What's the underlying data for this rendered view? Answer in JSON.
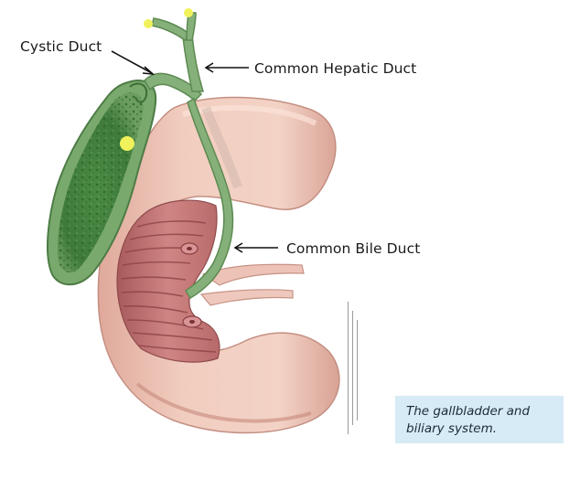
{
  "labels": {
    "cystic_duct": "Cystic Duct",
    "common_hepatic_duct": "Common Hepatic Duct",
    "common_bile_duct": "Common Bile Duct"
  },
  "caption": "The gallbladder and biliary system.",
  "colors": {
    "duodenum": "#ecc1b6",
    "duodenum_shadow": "#d9a497",
    "mucosa": "#c27676",
    "gallbladder": "#4f8a4a",
    "duct": "#7eaa72",
    "marker": "#f1f25b",
    "caption_bg": "#d6ebf5"
  }
}
